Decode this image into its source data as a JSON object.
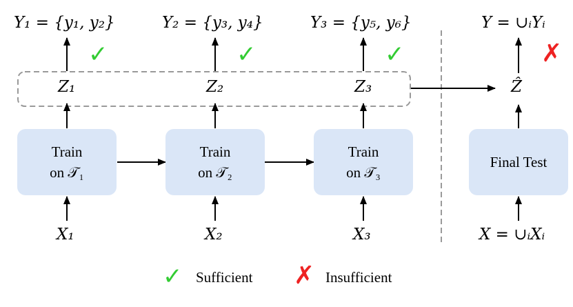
{
  "outputs": {
    "y1": "Y₁ = {y₁, y₂}",
    "y2": "Y₂ = {y₃, y₄}",
    "y3": "Y₃ = {y₅, y₆}",
    "y_final": "Y = ∪ᵢYᵢ"
  },
  "latents": {
    "z1": "Z₁",
    "z2": "Z₂",
    "z3": "Z₃",
    "z_hat": "Ẑ"
  },
  "inputs": {
    "x1": "X₁",
    "x2": "X₂",
    "x3": "X₃",
    "x_final": "X = ∪ᵢXᵢ"
  },
  "tasks": [
    {
      "line1": "Train",
      "line2": "on 𝒯₁"
    },
    {
      "line1": "Train",
      "line2": "on 𝒯₂"
    },
    {
      "line1": "Train",
      "line2": "on 𝒯₃"
    }
  ],
  "final_test": {
    "label": "Final Test"
  },
  "legend": {
    "sufficient": "Sufficient",
    "insufficient": "Insufficient"
  },
  "icons": {
    "check": "✓",
    "cross": "✗"
  },
  "colors": {
    "box_fill": "#dae6f7",
    "check": "#33cc33",
    "cross": "#ee2222",
    "dashed": "#999999"
  }
}
